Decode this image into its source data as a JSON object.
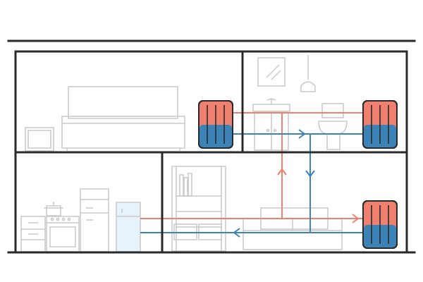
{
  "colors": {
    "background": "#ffffff",
    "wall": "#2a2a2a",
    "furniture": "#c9c9c9",
    "hot_pipe": "#ef8070",
    "cold_pipe": "#3c83b8",
    "radiator_hot": "#ef8070",
    "radiator_cold": "#3c83b8",
    "radiator_outline": "#2a2a2a",
    "fridge_fill": "#e6f3fb"
  },
  "rooms": [
    {
      "name": "bedroom",
      "furniture": [
        "bed",
        "nightstand"
      ]
    },
    {
      "name": "bathroom",
      "furniture": [
        "mirror",
        "lamp",
        "sink-cabinet",
        "toilet"
      ]
    },
    {
      "name": "kitchen",
      "furniture": [
        "counter",
        "stove",
        "pot",
        "cabinet",
        "fridge"
      ]
    },
    {
      "name": "living-room",
      "furniture": [
        "bookshelf",
        "sofa"
      ]
    }
  ],
  "radiators": [
    {
      "name": "bedroom-radiator",
      "room": "bedroom"
    },
    {
      "name": "bathroom-radiator",
      "room": "bathroom"
    },
    {
      "name": "living-room-radiator",
      "room": "living-room"
    }
  ],
  "icons": {
    "hot_flow": "arrow-up-right",
    "cold_flow": "arrow-left-down"
  }
}
